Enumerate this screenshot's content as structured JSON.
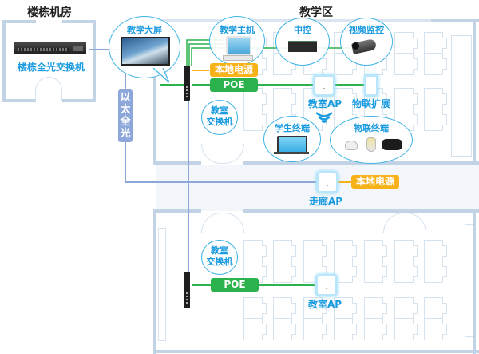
{
  "headings": {
    "server_room": "楼栋机房",
    "teaching_area": "教学区"
  },
  "server_room": {
    "switch_label": "楼栋全光交换机"
  },
  "uplink": {
    "label": "以太全光"
  },
  "classroom_top": {
    "switch_label_line1": "教室",
    "switch_label_line2": "交换机",
    "power_tag": "本地电源",
    "poe_tag": "POE",
    "ap_label": "教室AP",
    "iot_ext_label": "物联扩展",
    "bubbles": {
      "display": "教学大屏",
      "host": "教学主机",
      "control": "中控",
      "camera": "视频监控",
      "student": "学生终端",
      "iot": "物联终端"
    }
  },
  "corridor": {
    "ap_label": "走廊AP",
    "power_tag": "本地电源"
  },
  "classroom_bottom": {
    "switch_label_line1": "教室",
    "switch_label_line2": "交换机",
    "poe_tag": "POE",
    "ap_label": "教室AP"
  },
  "colors": {
    "fiber": "#8ea7db",
    "poe": "#2bb24c",
    "power": "#f7b21a",
    "label_blue": "#1a9be0",
    "wall": "#c3d3e6"
  }
}
